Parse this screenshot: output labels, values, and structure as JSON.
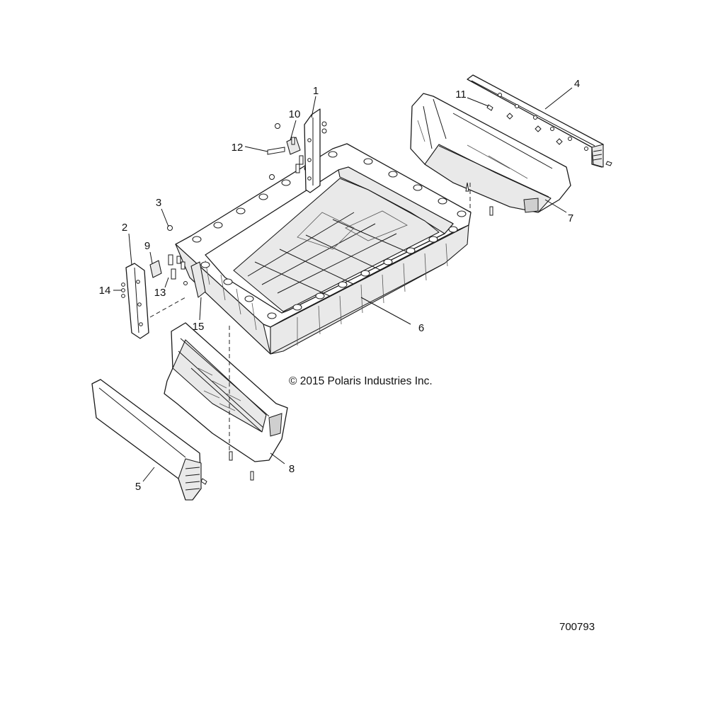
{
  "diagram": {
    "copyright": "© 2015 Polaris Industries Inc.",
    "figure_number": "700793",
    "callouts": [
      {
        "id": "1",
        "text": "1"
      },
      {
        "id": "2",
        "text": "2"
      },
      {
        "id": "3",
        "text": "3"
      },
      {
        "id": "4",
        "text": "4"
      },
      {
        "id": "5",
        "text": "5"
      },
      {
        "id": "6",
        "text": "6"
      },
      {
        "id": "7",
        "text": "7"
      },
      {
        "id": "8",
        "text": "8"
      },
      {
        "id": "9",
        "text": "9"
      },
      {
        "id": "10",
        "text": "10"
      },
      {
        "id": "11",
        "text": "11"
      },
      {
        "id": "12",
        "text": "12"
      },
      {
        "id": "13",
        "text": "13"
      },
      {
        "id": "14",
        "text": "14"
      },
      {
        "id": "15",
        "text": "15"
      }
    ]
  }
}
